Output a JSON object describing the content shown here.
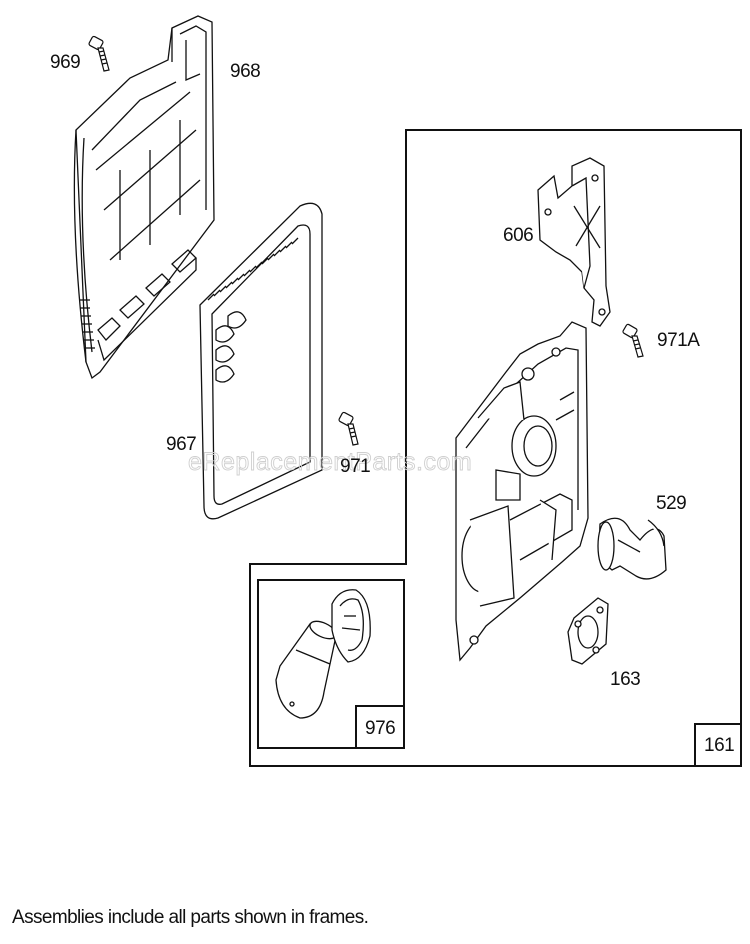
{
  "watermark": "eReplacementParts.com",
  "footer_note": "Assemblies include all parts shown in frames.",
  "labels": {
    "p969": "969",
    "p968": "968",
    "p967": "967",
    "p971": "971",
    "p606": "606",
    "p971a": "971A",
    "p529": "529",
    "p163": "163",
    "p976": "976",
    "p161": "161"
  },
  "colors": {
    "line": "#111111",
    "watermark": "#cfcfcf",
    "background": "#ffffff"
  }
}
